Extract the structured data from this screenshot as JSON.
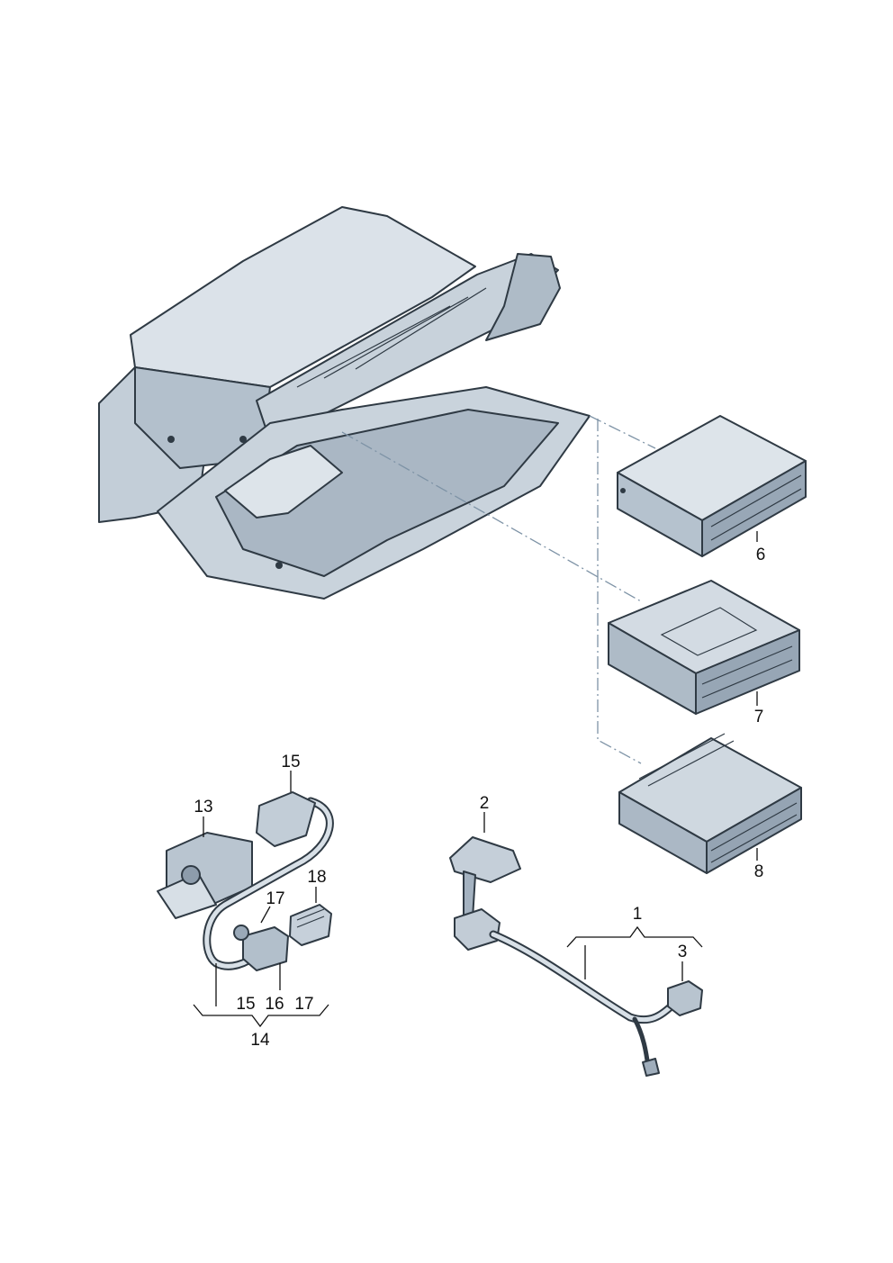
{
  "callouts": {
    "c1": "1",
    "c2": "2",
    "c3": "3",
    "c6": "6",
    "c7": "7",
    "c8": "8",
    "c13": "13",
    "c14": "14",
    "c15a": "15",
    "c15b": "15",
    "c16": "16",
    "c17a": "17",
    "c17b": "17",
    "c18": "18"
  },
  "colors": {
    "part_fill_light": "#d6dee6",
    "part_fill_mid": "#b6c2cd",
    "part_fill_dark": "#8d9cab",
    "outline": "#2f3a44",
    "phantom_line": "#7e93a6"
  }
}
